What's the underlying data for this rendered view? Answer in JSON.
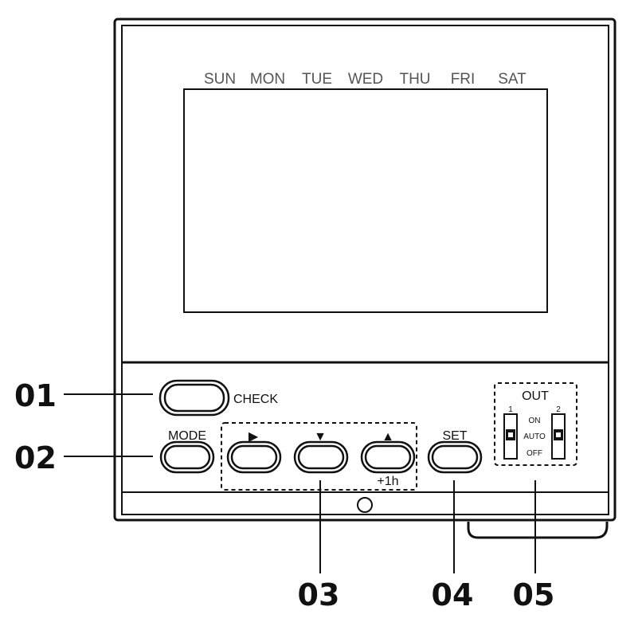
{
  "display": {
    "days": [
      "SUN",
      "MON",
      "TUE",
      "WED",
      "THU",
      "FRI",
      "SAT"
    ]
  },
  "buttons": {
    "check_label": "CHECK",
    "mode_label": "MODE",
    "right_arrow": "▶",
    "down_arrow": "▼",
    "up_arrow": "▲",
    "plus_hour_label": "+1h",
    "set_label": "SET"
  },
  "out_switch": {
    "title": "OUT",
    "channel_1": "1",
    "channel_2": "2",
    "on_label": "ON",
    "auto_label": "AUTO",
    "off_label": "OFF"
  },
  "callouts": [
    "01",
    "02",
    "03",
    "04",
    "05"
  ],
  "colors": {
    "line": "#111111",
    "day_text": "#555555",
    "background": "#ffffff"
  }
}
